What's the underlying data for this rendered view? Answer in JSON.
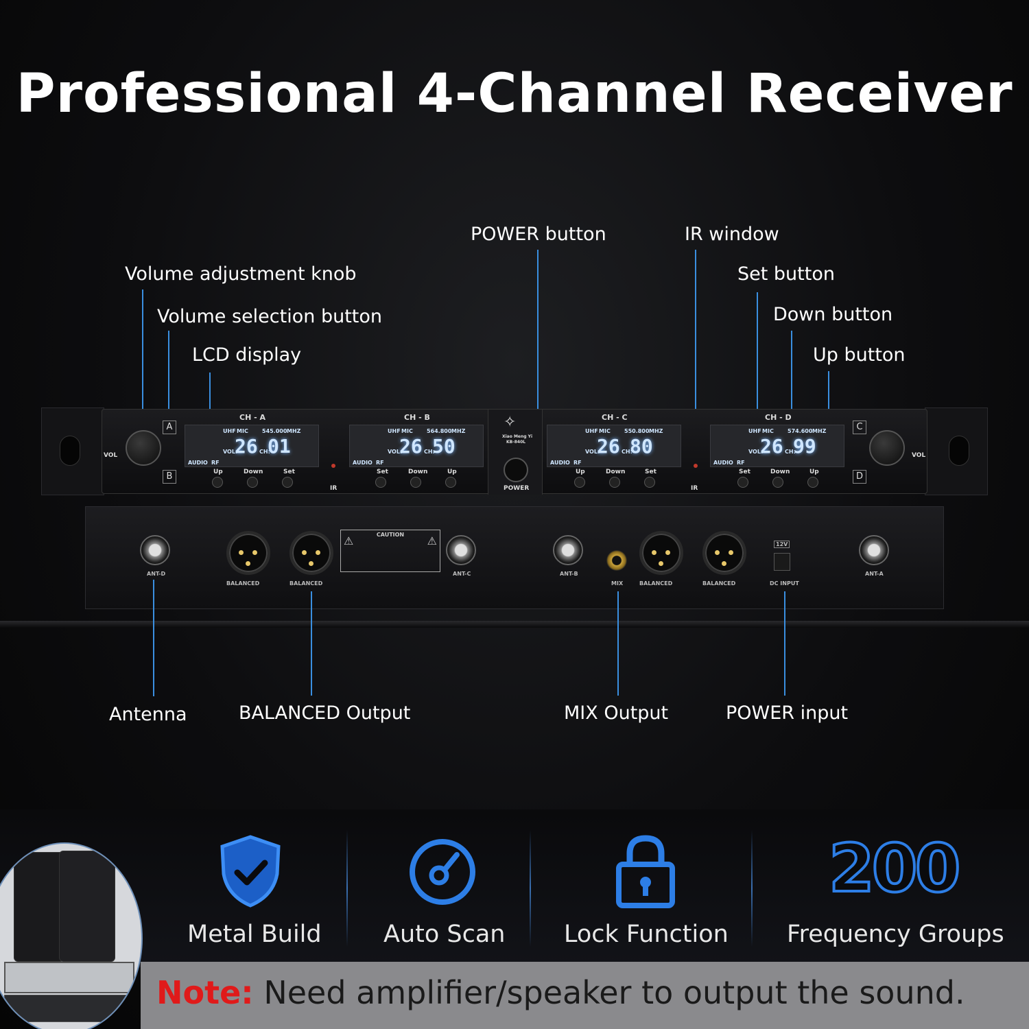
{
  "title": "Professional 4-Channel Receiver",
  "callouts": {
    "volume_knob": "Volume adjustment knob",
    "volume_select": "Volume selection button",
    "lcd": "LCD display",
    "power_button": "POWER button",
    "ir_window": "IR window",
    "set_button": "Set button",
    "down_button": "Down button",
    "up_button": "Up button",
    "antenna": "Antenna",
    "balanced": "BALANCED Output",
    "mix": "MIX Output",
    "power_input": "POWER input"
  },
  "panel": {
    "channels": [
      {
        "name": "CH - A",
        "freq": "545.000",
        "vol": "26",
        "ch": "01"
      },
      {
        "name": "CH - B",
        "freq": "564.800",
        "vol": "26",
        "ch": "50"
      },
      {
        "name": "CH - C",
        "freq": "550.800",
        "vol": "26",
        "ch": "80"
      },
      {
        "name": "CH - D",
        "freq": "574.600",
        "vol": "26",
        "ch": "99"
      }
    ],
    "mhz": "MHZ",
    "uhf": "UHF",
    "mic": "MIC",
    "audio": "AUDIO",
    "rf": "RF",
    "vol_tag": "VOL:",
    "ch_tag": "CH:",
    "up": "Up",
    "down": "Down",
    "set": "Set",
    "ir": "IR",
    "power": "POWER",
    "vol": "VOL",
    "letter_a": "A",
    "letter_b": "B",
    "letter_c": "C",
    "letter_d": "D",
    "brand": "Xiao Meng Yi",
    "model": "KB-840L"
  },
  "rear": {
    "ant_d": "ANT-D",
    "ant_c": "ANT-C",
    "ant_b": "ANT-B",
    "ant_a": "ANT-A",
    "balanced": "BALANCED",
    "mix": "MIX",
    "dc_input": "DC INPUT",
    "dc_volt": "12V",
    "caution": "CAUTION"
  },
  "features": [
    {
      "label": "Metal Build",
      "icon": "shield-check-icon"
    },
    {
      "label": "Auto Scan",
      "icon": "gauge-icon"
    },
    {
      "label": "Lock Function",
      "icon": "lock-icon"
    },
    {
      "label": "Frequency Groups",
      "number": "200"
    }
  ],
  "note": {
    "prefix": "Note:",
    "text": "Need amplifier/speaker to output the sound."
  },
  "colors": {
    "accent": "#2d7ee6",
    "note_red": "#e01a1a"
  }
}
